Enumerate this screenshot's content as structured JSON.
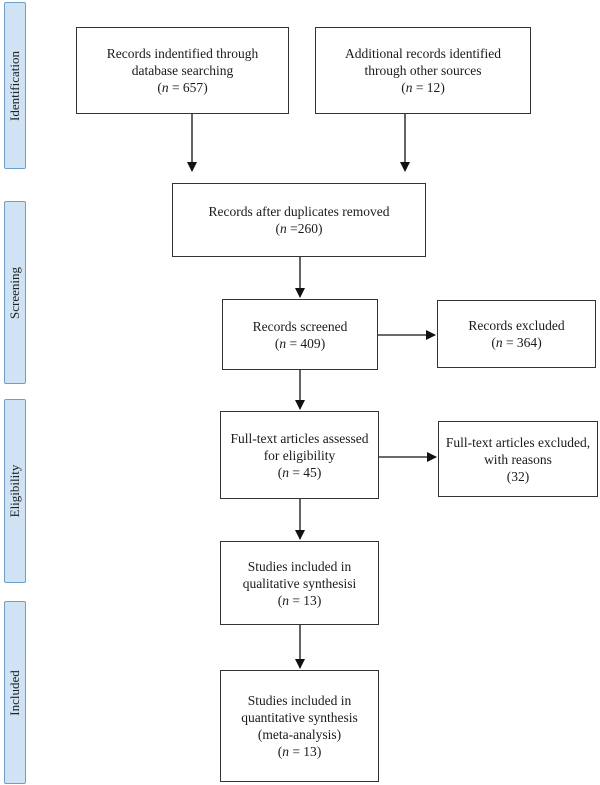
{
  "phases": [
    {
      "id": "identification",
      "label": "Identification"
    },
    {
      "id": "screening",
      "label": "Screening"
    },
    {
      "id": "eligibility",
      "label": "Eligibility"
    },
    {
      "id": "included",
      "label": "Included"
    }
  ],
  "boxes": {
    "db_search": {
      "lines": [
        "Records indentified through",
        "database searching"
      ],
      "n_prefix": "n",
      "n_value": " = 657"
    },
    "other_sources": {
      "lines": [
        "Additional records identified",
        "through other sources"
      ],
      "n_prefix": "n",
      "n_value": " = 12"
    },
    "after_duplicates": {
      "lines": [
        "Records after duplicates removed"
      ],
      "n_prefix": "n",
      "n_value": " =260"
    },
    "screened": {
      "lines": [
        "Records screened"
      ],
      "n_prefix": "n",
      "n_value": " = 409"
    },
    "excluded": {
      "lines": [
        "Records excluded"
      ],
      "n_prefix": "n",
      "n_value": " = 364"
    },
    "fulltext_assessed": {
      "lines": [
        "Full-text articles assessed",
        "for eligibility"
      ],
      "n_prefix": "n",
      "n_value": " = 45"
    },
    "fulltext_excluded": {
      "lines": [
        "Full-text articles excluded,",
        "with reasons"
      ],
      "n_prefix": "",
      "n_value": "32"
    },
    "qualitative": {
      "lines": [
        "Studies included in",
        "qualitative synthesisi"
      ],
      "n_prefix": "n",
      "n_value": " = 13"
    },
    "quantitative": {
      "lines": [
        "Studies included in",
        "quantitative synthesis",
        "(meta-analysis)"
      ],
      "n_prefix": "n",
      "n_value": " = 13"
    }
  }
}
